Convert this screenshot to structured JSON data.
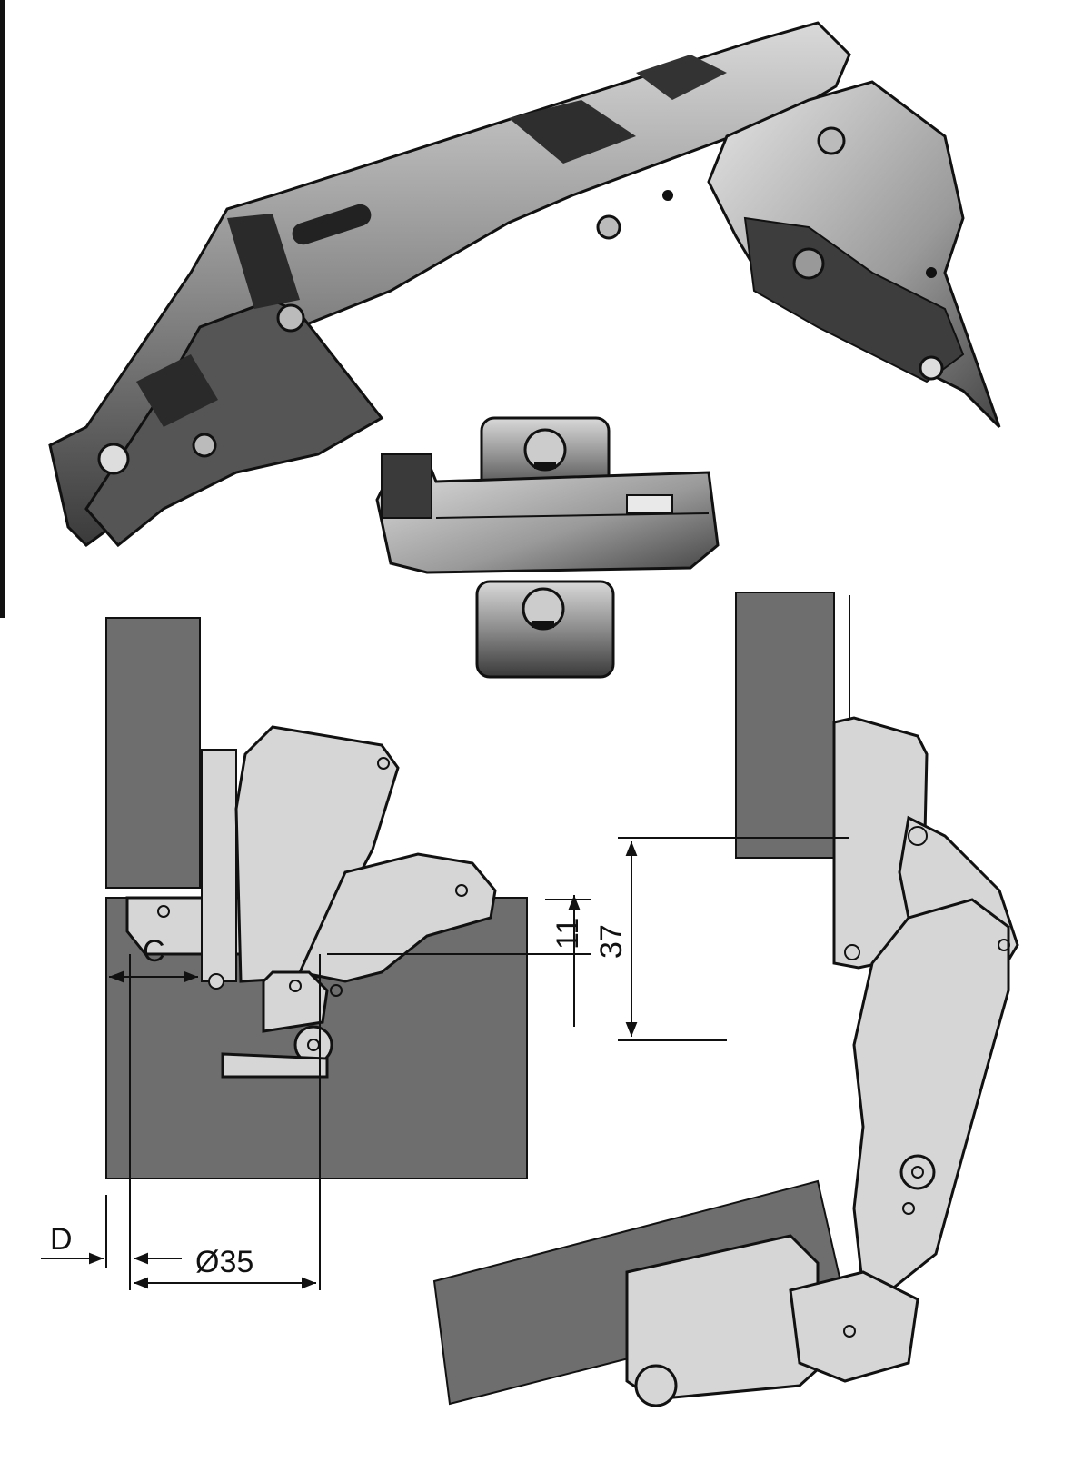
{
  "dimensions": {
    "c_label": "C",
    "d_label": "D",
    "diameter_label": "Ø35",
    "height_37_label": "37",
    "offset_11_label": "11"
  },
  "colors": {
    "panel": "#6e6e6e",
    "hinge_part": "#d6d6d6",
    "metal_dark": "#2b2b2b",
    "metal_mid": "#8a8a8a",
    "metal_light": "#c9c9c9",
    "line": "#111111"
  }
}
